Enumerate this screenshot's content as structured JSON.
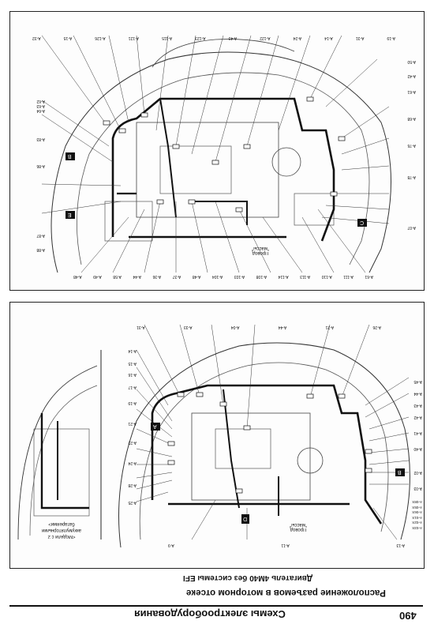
{
  "page": {
    "number": "490",
    "header_title": "Схемы электрооборудования",
    "section_title": "Расположение разъемов в моторном отсеке",
    "subtitle": "Двигатель 4M40 без системы EFI"
  },
  "top_diagram": {
    "top_labels": [
      "A-19",
      "A-31",
      "A-14",
      "A-24",
      "A-122",
      "A-43",
      "A-123",
      "A-115",
      "A-121",
      "A-126",
      "A-15",
      "A-32"
    ],
    "left_labels": [
      "A-88",
      "A-87",
      "A-86",
      "A-83",
      "A-64",
      "A-63",
      "A-62"
    ],
    "right_labels": [
      "A-07",
      "A-78",
      "A-76",
      "A-68",
      "A-61",
      "A-42",
      "A-50"
    ],
    "bottom_labels": [
      "A-61",
      "A-111",
      "A-110",
      "A-113",
      "A-114",
      "A-108",
      "A-103",
      "A-104",
      "A-48",
      "A-37",
      "A-36",
      "A-44",
      "A-58",
      "A-49",
      "A-48"
    ],
    "ground_label_1": "Провод",
    "ground_label_2": "\"массы\"",
    "markers": [
      "B",
      "E",
      "C"
    ]
  },
  "bottom_diagram": {
    "top_labels": [
      "A-26",
      "A-21",
      "A-44",
      "A-04",
      "A-33",
      "A-31"
    ],
    "left_labels": [
      "A-25",
      "A-28",
      "A-24",
      "A-22",
      "A-21",
      "A-19",
      "A-17",
      "A-16",
      "A-15",
      "A-14"
    ],
    "right_labels": [
      "A-03",
      "A-02",
      "A-40",
      "A-41",
      "A-42",
      "A-43",
      "A-44",
      "A-45"
    ],
    "stack_right": [
      "A-03X",
      "A-02X",
      "A-01X",
      "A-06X",
      "A-05X",
      "A-08X"
    ],
    "bottom_labels": [
      "A-13",
      "A-11",
      "A-9"
    ],
    "ground_label_1": "Провод",
    "ground_label_2": "\"массы\"",
    "inset_caption_1": "<Модели с 2",
    "inset_caption_2": "аккумуляторными",
    "inset_caption_3": "батареями>",
    "markers": [
      "A",
      "B",
      "D"
    ]
  }
}
